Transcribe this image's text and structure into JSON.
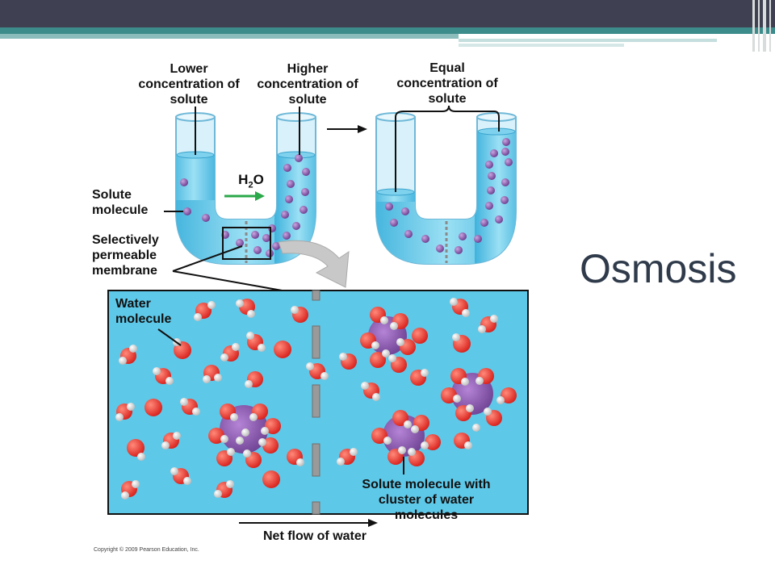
{
  "slide": {
    "title": "Osmosis",
    "copyright": "Copyright © 2009 Pearson Education, Inc.",
    "colors": {
      "header": "#3f4152",
      "accent": "#3d8c8c",
      "water": "#5ec8e8",
      "solute": "#7d4aa0",
      "oxygen": "#e8302a",
      "arrow": "#2aa84a"
    }
  },
  "diagram": {
    "label_lower": "Lower concentration of solute",
    "label_higher": "Higher concentration of solute",
    "label_equal": "Equal concentration of solute",
    "label_h2o_main": "H",
    "label_h2o_sub": "2",
    "label_h2o_end": "O",
    "label_solute_molecule": "Solute molecule",
    "label_membrane": "Selectively permeable membrane",
    "label_water_molecule": "Water molecule",
    "label_cluster": "Solute molecule with cluster of water molecules",
    "label_net_flow": "Net flow of water"
  }
}
